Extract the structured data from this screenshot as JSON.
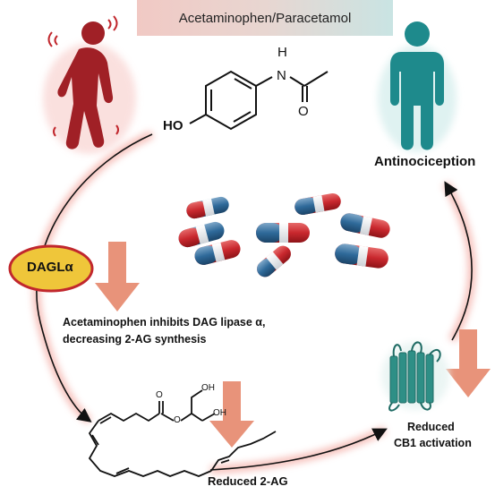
{
  "title": "Acetaminophen/Paracetamol",
  "molecule": {
    "atom_h": "H",
    "atom_n": "N",
    "atom_o": "O",
    "ho": "HO"
  },
  "labels": {
    "antinociception": "Antinociception",
    "dagla": "DAGLα",
    "inhibits_line1": "Acetaminophen inhibits DAG lipase α,",
    "inhibits_line2": "decreasing 2-AG synthesis",
    "reduced_2ag": "Reduced 2-AG",
    "reduced_cb1_line1": "Reduced",
    "reduced_cb1_line2": "CB1 activation",
    "oh_top": "OH",
    "oh_mid": "OH",
    "ester_o": "O",
    "ester_o2": "O"
  },
  "colors": {
    "pain_figure": "#a02026",
    "relief_figure": "#1e8a8c",
    "down_arrow": "#e8937a",
    "dagla_fill": "#efc63a",
    "dagla_border": "#c1272d",
    "cb1_receptor": "#2e8f86",
    "cycle_glow": "#f4a6a0"
  }
}
